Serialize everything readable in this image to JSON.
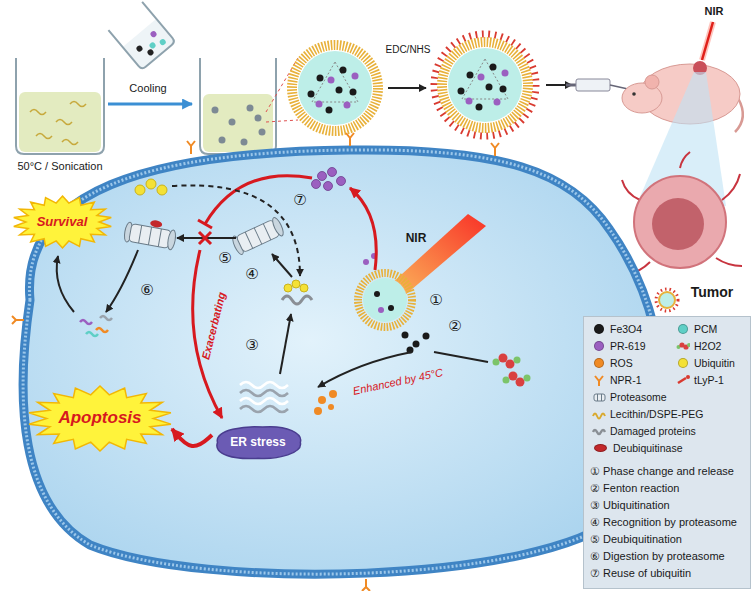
{
  "diagram": {
    "nodes": [
      {
        "text": [
          "Survival"
        ]
      },
      {
        "text": [
          "ER stress"
        ]
      },
      {
        "text": [
          "Apoptosis"
        ]
      }
    ],
    "edges": [
      {
        "from": 1,
        "to": 2,
        "arrow": "to"
      }
    ],
    "labels": [
      "50°C / Sonication",
      "Cooling",
      "EDC/NHS",
      "NIR",
      "Tumor",
      "NIR",
      "①",
      "②",
      "③",
      "④",
      "⑤",
      "⑥",
      "⑦",
      "Enhanced by 45°C",
      "Exacerbating",
      "① Phase change and release",
      "② Fenton reaction",
      "③ Ubiquitination",
      "④ Recognition by proteasome",
      "⑤ Deubiquitination",
      "⑥ Digestion by proteasome",
      "⑦ Reuse of ubiquitin"
    ],
    "legend": [
      {
        "text": "Fe3O4",
        "color": "#1a1a1a"
      },
      {
        "text": "PCM",
        "color": "#5fcfc6"
      },
      {
        "text": "PR-619",
        "color": "#9b5fc0"
      },
      {
        "text": "H2O2"
      },
      {
        "text": "ROS",
        "color": "#f08a24"
      },
      {
        "text": "Ubiquitin",
        "color": "#f4e136"
      },
      {
        "text": "NPR-1"
      },
      {
        "text": "tLyP-1"
      },
      {
        "text": "Proteasome"
      },
      {
        "text": "Lecithin/DSPE-PEG"
      },
      {
        "text": "Damaged proteins"
      },
      {
        "text": "Deubiquitinase",
        "color": "#c3282b"
      }
    ]
  }
}
